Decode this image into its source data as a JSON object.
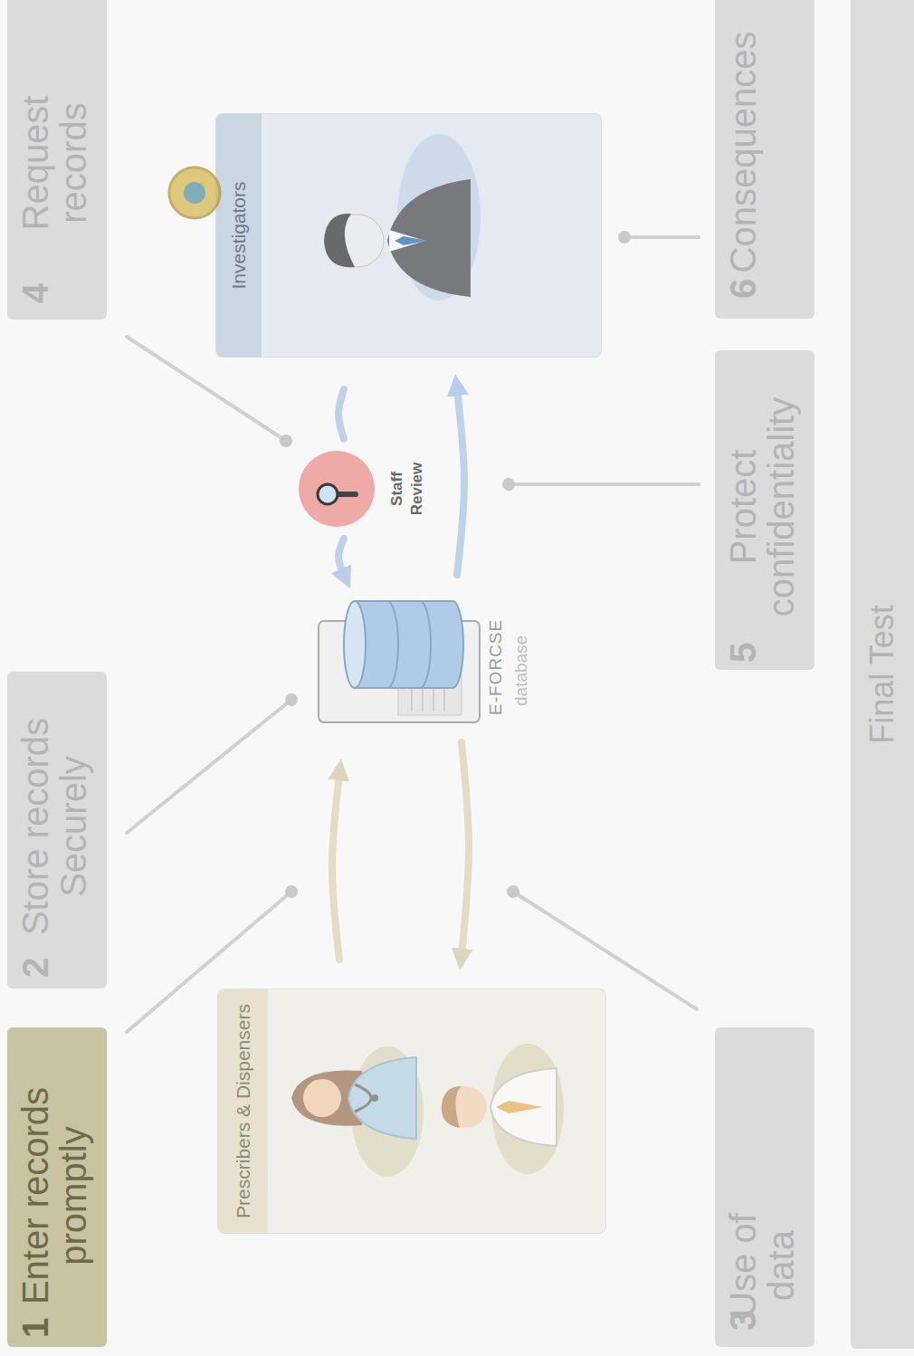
{
  "diagram": {
    "nodes": [
      {
        "text": [
          "1",
          "Enter records promptly"
        ]
      },
      {
        "text": [
          "2",
          "Store records Securely"
        ]
      },
      {
        "text": [
          "4",
          "Request records"
        ]
      },
      {
        "text": [
          "Prescribers & Dispensers"
        ]
      },
      {
        "text": [
          "E-FORCSE",
          "database"
        ]
      },
      {
        "text": [
          "Staff Review"
        ]
      },
      {
        "text": [
          "Investigators"
        ]
      },
      {
        "text": [
          "3",
          "Use of data"
        ]
      },
      {
        "text": [
          "5",
          "Protect confidentiality"
        ]
      },
      {
        "text": [
          "6",
          "Consequences"
        ]
      },
      {
        "text": [
          "Final Test"
        ]
      }
    ],
    "edges": [
      {
        "from": 3,
        "to": 4,
        "arrow": "to"
      },
      {
        "from": 4,
        "to": 3,
        "arrow": "to"
      },
      {
        "from": 6,
        "to": 5,
        "arrow": "none"
      },
      {
        "from": 5,
        "to": 4,
        "arrow": "to"
      },
      {
        "from": 4,
        "to": 6,
        "arrow": "to"
      }
    ]
  }
}
